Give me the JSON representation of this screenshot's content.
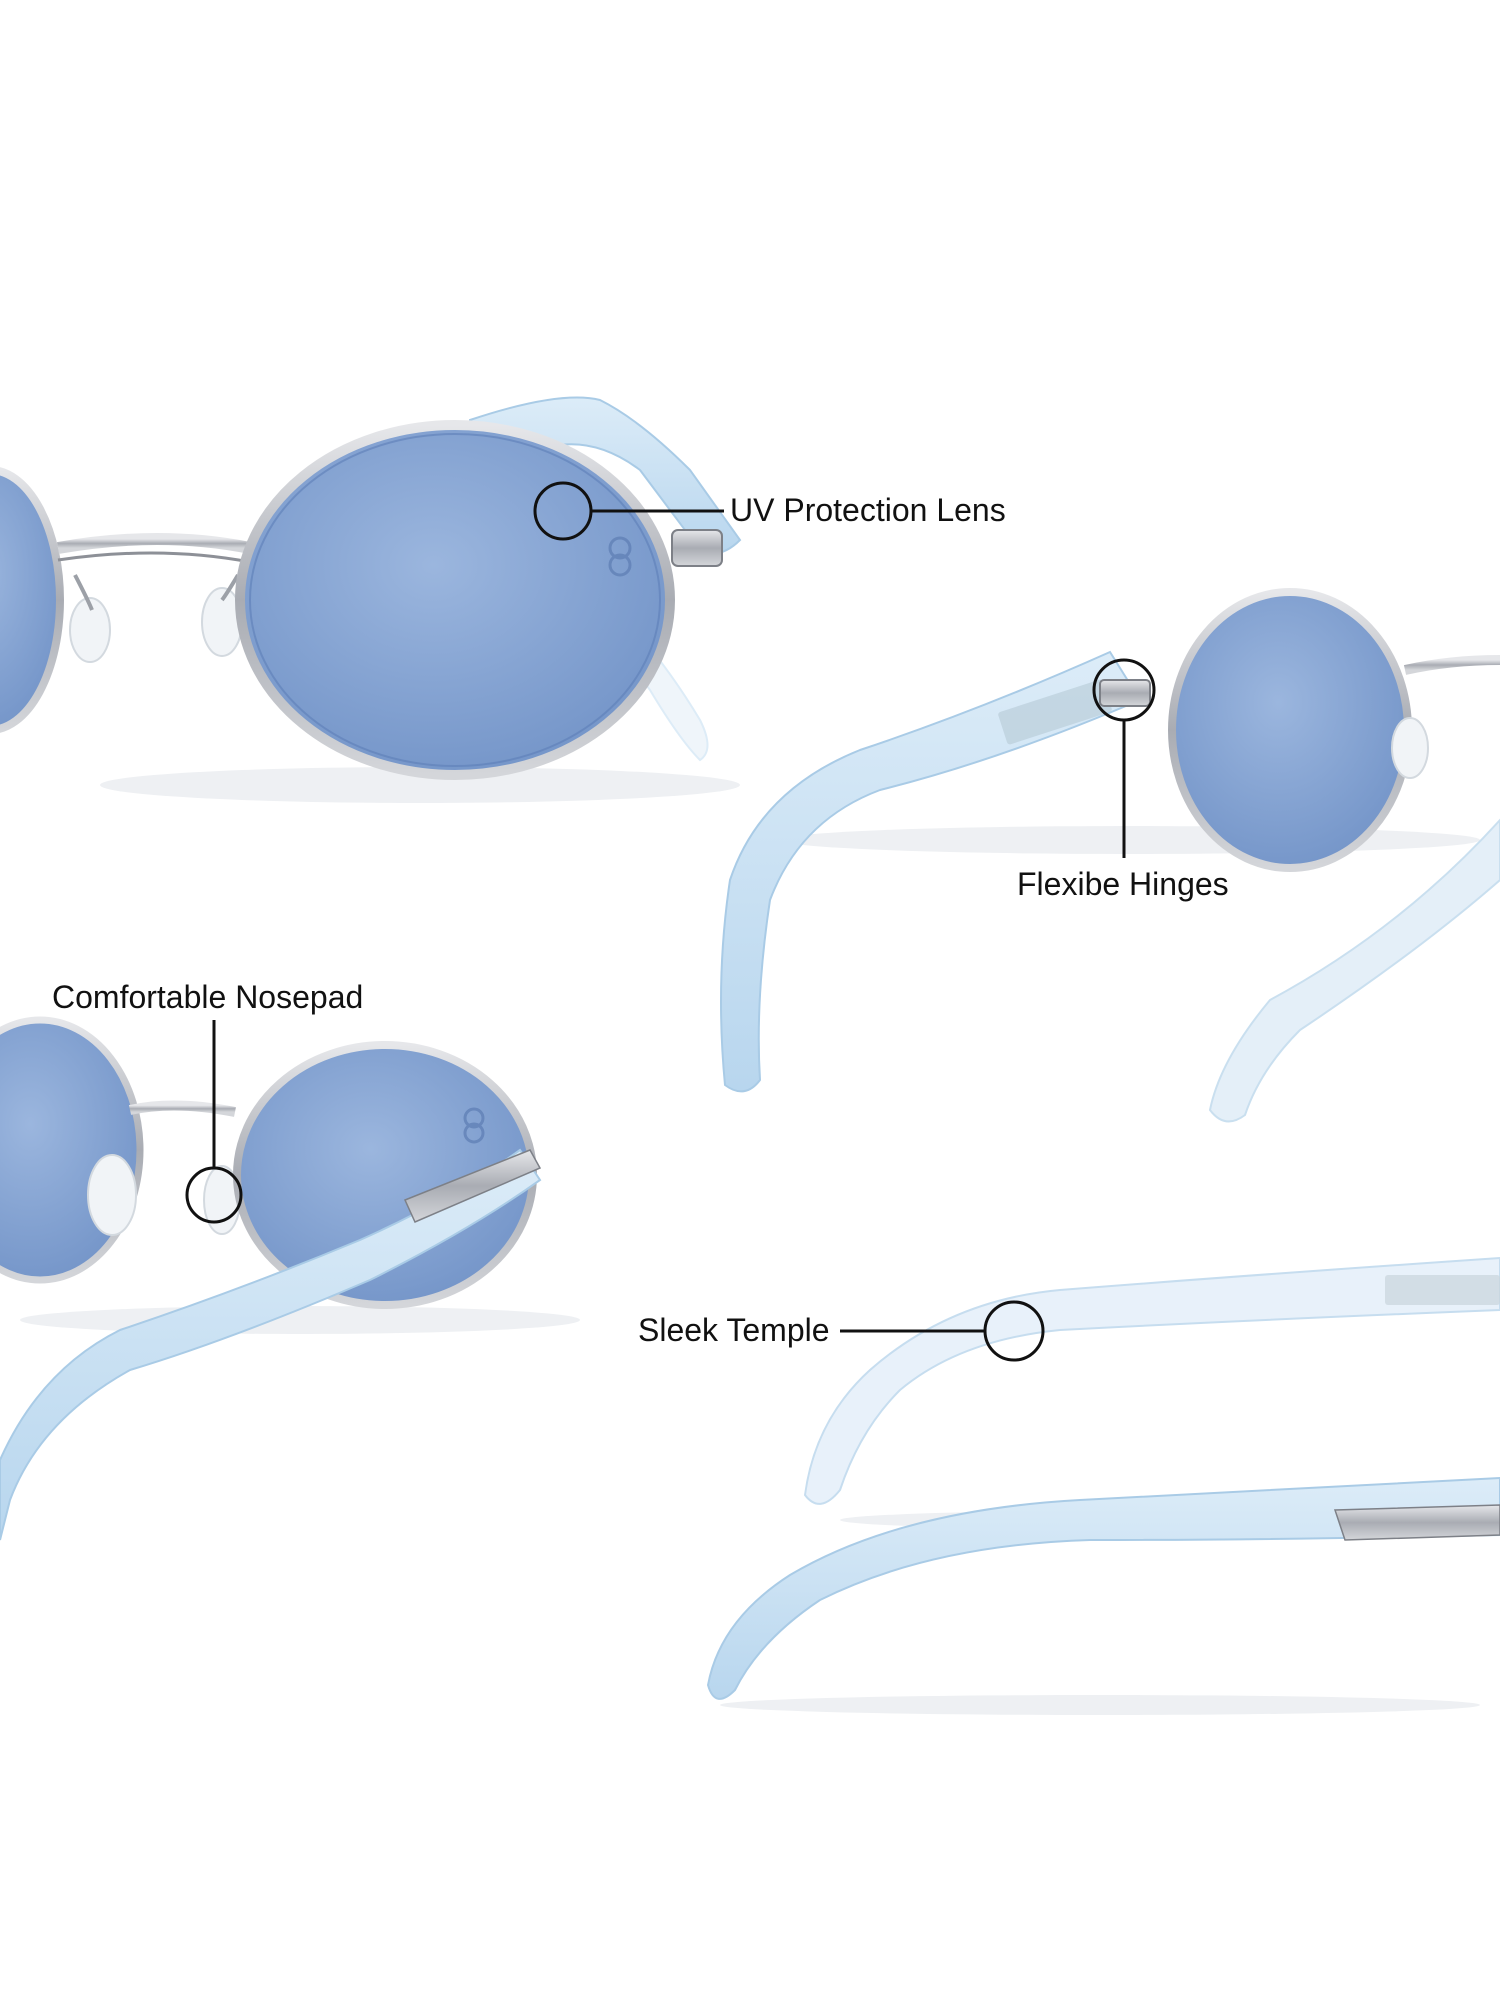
{
  "colors": {
    "background": "#ffffff",
    "lens": "#8aa7d4",
    "lens_dark": "#6f8fc4",
    "frame": "#b9bcc2",
    "frame_dark": "#7d8087",
    "temple": "#cfe4f5",
    "temple_edge": "#a9cbe6",
    "shadow": "#eceef2",
    "callout": "#111111"
  },
  "callouts": {
    "uv_protection": {
      "label": "UV Protection Lens",
      "icon": "circle-marker-icon"
    },
    "flexible_hinges": {
      "label": "Flexibe Hinges",
      "icon": "circle-marker-icon"
    },
    "comfortable_nosepad": {
      "label": "Comfortable Nosepad",
      "icon": "circle-marker-icon"
    },
    "sleek_temple": {
      "label": "Sleek Temple",
      "icon": "circle-marker-icon"
    }
  }
}
